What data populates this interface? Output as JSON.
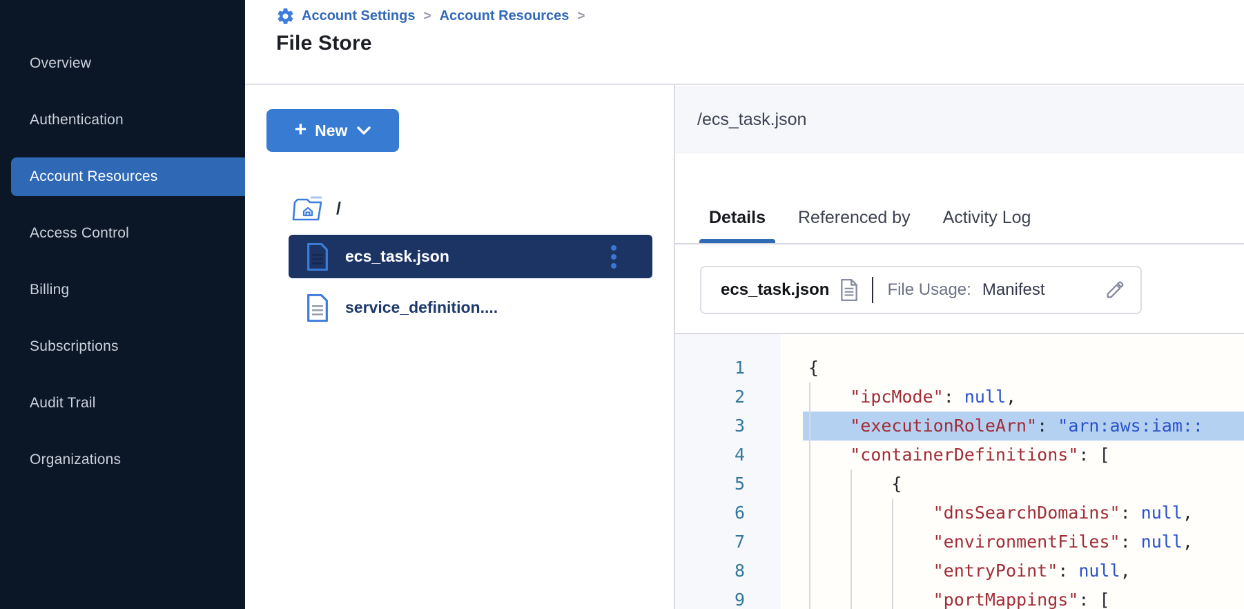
{
  "colors": {
    "sidebar_bg": "#0b1626",
    "sidebar_selected_bg": "#2f68b5",
    "accent_blue": "#377bd3",
    "link_blue": "#3269b8",
    "selected_file_row_bg": "#1b3464",
    "tab_underline": "#2e6bb4",
    "code_key": "#a12d38",
    "code_value": "#2a52cc",
    "code_line_number": "#35799c",
    "code_active_line_bg": "#b5d1f1"
  },
  "sidebar": {
    "items": [
      {
        "label": "Overview",
        "selected": false
      },
      {
        "label": "Authentication",
        "selected": false
      },
      {
        "label": "Account Resources",
        "selected": true
      },
      {
        "label": "Access Control",
        "selected": false
      },
      {
        "label": "Billing",
        "selected": false
      },
      {
        "label": "Subscriptions",
        "selected": false
      },
      {
        "label": "Audit Trail",
        "selected": false
      },
      {
        "label": "Organizations",
        "selected": false
      }
    ]
  },
  "header": {
    "breadcrumb": [
      "Account Settings",
      "Account Resources"
    ],
    "separator": ">",
    "title": "File Store"
  },
  "left_panel": {
    "new_button": {
      "plus": "+",
      "label": "New"
    },
    "root_label": "/",
    "files": [
      {
        "name": "ecs_task.json",
        "selected": true,
        "has_menu": true
      },
      {
        "name": "service_definition....",
        "selected": false,
        "has_menu": false
      }
    ]
  },
  "right_panel": {
    "path": "/ecs_task.json",
    "tabs": [
      {
        "label": "Details",
        "active": true
      },
      {
        "label": "Referenced by",
        "active": false
      },
      {
        "label": "Activity Log",
        "active": false
      }
    ],
    "file_card": {
      "name": "ecs_task.json",
      "usage_label": "File Usage:",
      "usage_value": "Manifest"
    },
    "code": {
      "highlighted_line": 3,
      "lines": [
        {
          "n": 1,
          "tokens": [
            {
              "t": "{",
              "c": "punc"
            }
          ]
        },
        {
          "n": 2,
          "tokens": [
            {
              "t": "    ",
              "c": "punc"
            },
            {
              "t": "\"ipcMode\"",
              "c": "key"
            },
            {
              "t": ": ",
              "c": "punc"
            },
            {
              "t": "null",
              "c": "val"
            },
            {
              "t": ",",
              "c": "punc"
            }
          ]
        },
        {
          "n": 3,
          "tokens": [
            {
              "t": "    ",
              "c": "punc"
            },
            {
              "t": "\"executionRoleArn\"",
              "c": "key"
            },
            {
              "t": ": ",
              "c": "punc"
            },
            {
              "t": "\"arn:aws:iam::",
              "c": "val"
            }
          ]
        },
        {
          "n": 4,
          "tokens": [
            {
              "t": "    ",
              "c": "punc"
            },
            {
              "t": "\"containerDefinitions\"",
              "c": "key"
            },
            {
              "t": ": [",
              "c": "punc"
            }
          ]
        },
        {
          "n": 5,
          "tokens": [
            {
              "t": "        {",
              "c": "punc"
            }
          ]
        },
        {
          "n": 6,
          "tokens": [
            {
              "t": "            ",
              "c": "punc"
            },
            {
              "t": "\"dnsSearchDomains\"",
              "c": "key"
            },
            {
              "t": ": ",
              "c": "punc"
            },
            {
              "t": "null",
              "c": "val"
            },
            {
              "t": ",",
              "c": "punc"
            }
          ]
        },
        {
          "n": 7,
          "tokens": [
            {
              "t": "            ",
              "c": "punc"
            },
            {
              "t": "\"environmentFiles\"",
              "c": "key"
            },
            {
              "t": ": ",
              "c": "punc"
            },
            {
              "t": "null",
              "c": "val"
            },
            {
              "t": ",",
              "c": "punc"
            }
          ]
        },
        {
          "n": 8,
          "tokens": [
            {
              "t": "            ",
              "c": "punc"
            },
            {
              "t": "\"entryPoint\"",
              "c": "key"
            },
            {
              "t": ": ",
              "c": "punc"
            },
            {
              "t": "null",
              "c": "val"
            },
            {
              "t": ",",
              "c": "punc"
            }
          ]
        },
        {
          "n": 9,
          "tokens": [
            {
              "t": "            ",
              "c": "punc"
            },
            {
              "t": "\"portMappings\"",
              "c": "key"
            },
            {
              "t": ": [",
              "c": "punc"
            }
          ]
        }
      ]
    }
  }
}
